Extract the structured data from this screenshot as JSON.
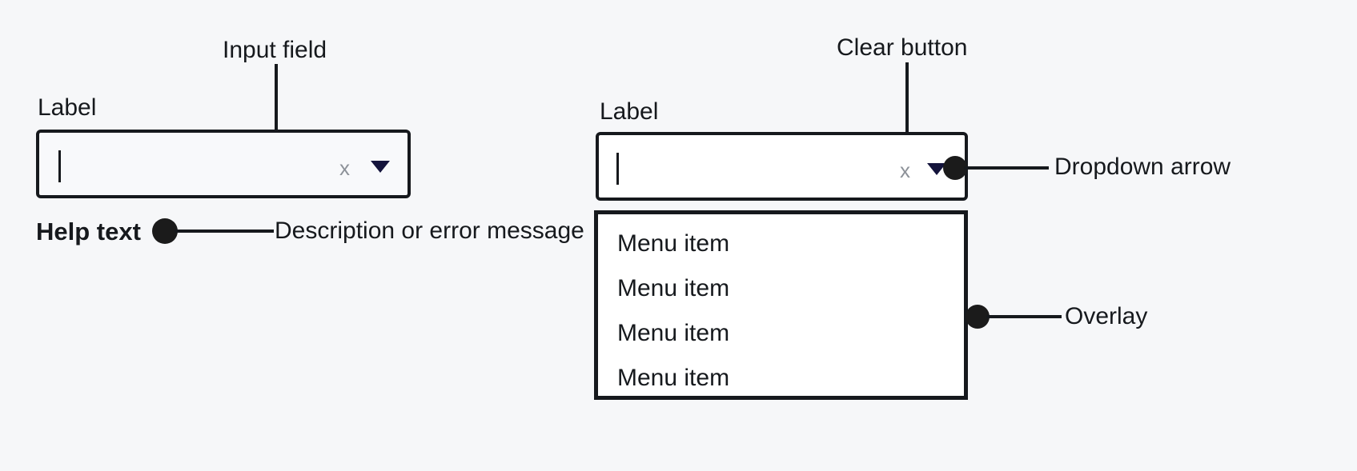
{
  "page": {
    "background_color": "#f6f7f9",
    "text_color": "#16191d"
  },
  "left_example": {
    "field_label": "Label",
    "input_value": "",
    "caret_visible": true,
    "clear_icon_glyph": "x",
    "clear_icon_color": "#8d9299",
    "dropdown_arrow_color": "#14143c",
    "help_text": "Help text",
    "callouts": {
      "input_field": "Input field",
      "help_description": "Description or error message"
    }
  },
  "right_example": {
    "field_label": "Label",
    "input_value": "",
    "caret_visible": true,
    "clear_icon_glyph": "x",
    "clear_icon_color": "#8d9299",
    "dropdown_arrow_color": "#14143c",
    "callouts": {
      "clear_button": "Clear button",
      "dropdown_arrow": "Dropdown arrow",
      "overlay": "Overlay"
    },
    "menu_items": [
      "Menu item",
      "Menu item",
      "Menu item",
      "Menu item"
    ]
  }
}
